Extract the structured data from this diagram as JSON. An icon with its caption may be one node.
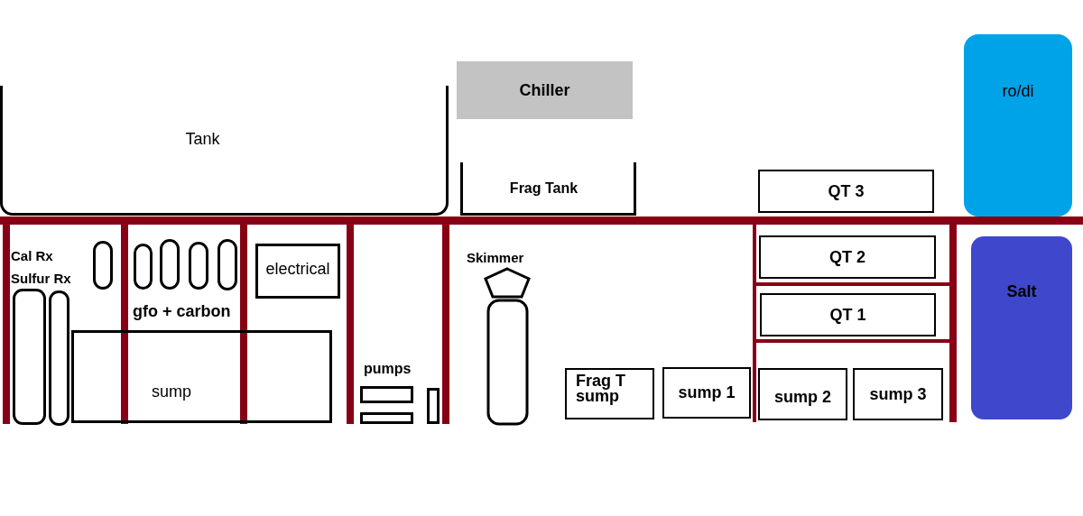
{
  "diagram": {
    "nodes": [
      {
        "text": [
          "Tank"
        ]
      },
      {
        "text": [
          "Chiller"
        ]
      },
      {
        "text": [
          "Frag Tank"
        ]
      },
      {
        "text": [
          "QT 3"
        ]
      },
      {
        "text": [
          "ro/di"
        ]
      },
      {
        "text": [],
        "shape": "cylinder"
      },
      {
        "text": [],
        "shape": "cylinder"
      },
      {
        "text": [],
        "shape": "cylinder"
      },
      {
        "text": [],
        "shape": "cylinder"
      },
      {
        "text": [],
        "shape": "cylinder"
      },
      {
        "text": [
          "electrical"
        ]
      },
      {
        "text": [
          "QT 2"
        ]
      },
      {
        "text": [
          "Salt"
        ]
      },
      {
        "text": [],
        "shape": "cylinder"
      },
      {
        "text": [],
        "shape": "cylinder"
      },
      {
        "text": [
          "QT 1"
        ]
      },
      {
        "text": [
          "sump"
        ]
      },
      {
        "text": [],
        "shape": "box"
      },
      {
        "text": [],
        "shape": "box"
      },
      {
        "text": [],
        "shape": "box"
      },
      {
        "text": [
          "Frag T sump"
        ]
      },
      {
        "text": [
          "sump 1"
        ]
      },
      {
        "text": [
          "sump 2"
        ]
      },
      {
        "text": [
          "sump 3"
        ]
      }
    ],
    "labels": [
      "Cal Rx",
      "Sulfur Rx",
      "Skimmer",
      "gfo + carbon",
      "pumps"
    ]
  }
}
